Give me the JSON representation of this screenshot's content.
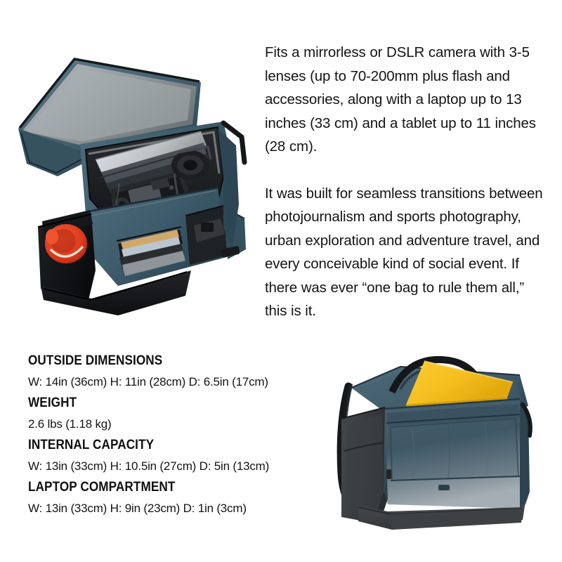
{
  "page": {
    "background_color": "#ffffff",
    "text_color": "#141414"
  },
  "description": {
    "paragraphs": [
      "Fits a mirrorless or DSLR camera with 3-5 lenses (up to 70-200mm plus flash and accessories, along with a laptop up to 13 inches (33 cm) and a tablet up to 11 inches (28 cm).",
      "It was built for seamless transitions between photojournalism and sports photography, urban exploration and adventure travel, and every conceivable kind of social event. If there was ever “one bag to rule them all,” this is it."
    ]
  },
  "specifications": [
    {
      "heading": "OUTSIDE DIMENSIONS",
      "value": "W: 14in (36cm) H: 11in (28cm) D: 6.5in (17cm)"
    },
    {
      "heading": "WEIGHT",
      "value": "2.6 lbs (1.18 kg)"
    },
    {
      "heading": "INTERNAL CAPACITY",
      "value": "W: 13in (33cm) H: 10.5in (27cm) D: 5in (13cm)"
    },
    {
      "heading": "LAPTOP COMPARTMENT",
      "value": "W: 13in (33cm) H: 9in (23cm) D: 1in (3cm)"
    }
  ],
  "images": {
    "open_bag": {
      "name": "open-camera-bag-photo",
      "description": "Open slate-blue camera messenger bag showing interior with DSLR camera, lens, laptop in padded sleeve, red headphones in side pocket and documents in front organizer pocket",
      "colors": {
        "body_blue": "#4c6a7a",
        "body_blue_dark": "#32505f",
        "liner_gray": "#9ba0a3",
        "interior_black": "#1d1f21",
        "headphones_red": "#de3b1c",
        "laptop_silver": "#c9ccce",
        "notebook_tan": "#cfa86a",
        "base_black": "#141518"
      }
    },
    "closed_bag": {
      "name": "closed-camera-bag-photo",
      "description": "Closed slate-blue camera messenger bag, three-quarter view, with a yellow laptop wedge protruding from the top opening, dark gray side panel, shoulder strap and dark gray base",
      "colors": {
        "body_blue": "#3d5563",
        "body_blue_light": "#4a6473",
        "body_blue_dark": "#324754",
        "side_panel_gray": "#3a3d40",
        "base_gray": "#44474a",
        "laptop_yellow": "#f5c01f",
        "laptop_yellow_dark": "#e0a90f",
        "strap_black": "#17181a"
      }
    }
  }
}
